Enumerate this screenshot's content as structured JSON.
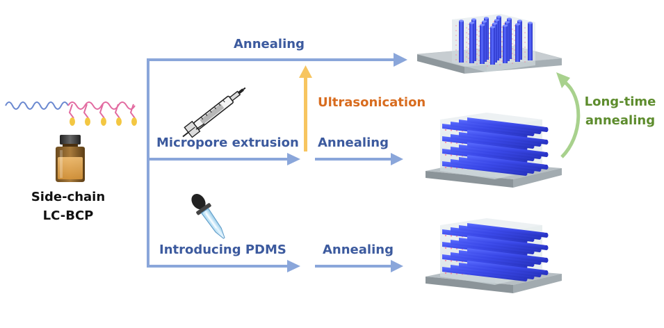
{
  "labels": {
    "annealing_top": "Annealing",
    "annealing_mid": "Annealing",
    "annealing_bottom": "Annealing",
    "micropore_extrusion": "Micropore extrusion",
    "introducing_pdms": "Introducing PDMS",
    "ultrasonication": "Ultrasonication",
    "long_time_line1": "Long-time",
    "long_time_line2": "annealing",
    "material_line1": "Side-chain",
    "material_line2": "LC-BCP"
  },
  "colors": {
    "arrow_blue": "#8aa6da",
    "text_blue": "#3c5a9e",
    "ultrasonication_orange": "#d86c1f",
    "ultrasonication_arrow_yellow": "#f7c560",
    "long_time_green": "#5d8c2d",
    "long_time_arrow_green": "#a8d18d",
    "cylinder_blue": "#3c4ef0",
    "mesogen_pink": "#ff6b8f"
  },
  "icons": {
    "polymer": "side-chain-polymer-icon",
    "vial": "vial-icon",
    "syringe": "syringe-icon",
    "dropper": "dropper-icon",
    "vertical_cylinders": "vertical-cylinder-film-icon",
    "horizontal_cylinders_mid": "horizontal-cylinder-film-icon",
    "horizontal_cylinders_bottom": "horizontal-cylinder-film-icon"
  }
}
